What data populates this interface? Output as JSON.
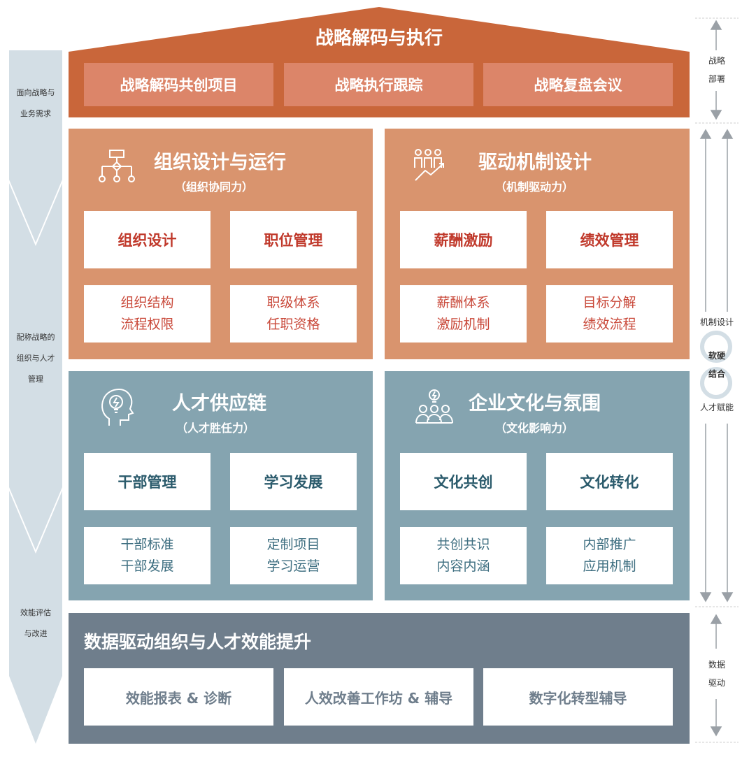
{
  "left_stages": [
    {
      "line1": "面向战略与",
      "line2": "业务需求"
    },
    {
      "line1": "配称战略的",
      "line2": "组织与人才",
      "line3": "管理"
    },
    {
      "line1": "效能评估",
      "line2": "与改进"
    }
  ],
  "roof": {
    "title": "战略解码与执行",
    "items": [
      "战略解码共创项目",
      "战略执行跟踪",
      "战略复盘会议"
    ]
  },
  "panels": {
    "org": {
      "title": "组织设计与运行",
      "subtitle": "（组织协同力）",
      "icon": "org-chart-icon",
      "cards": [
        {
          "head": "组织设计",
          "body": [
            "组织结构",
            "流程权限"
          ]
        },
        {
          "head": "职位管理",
          "body": [
            "职级体系",
            "任职资格"
          ]
        }
      ]
    },
    "drive": {
      "title": "驱动机制设计",
      "subtitle": "（机制驱动力）",
      "icon": "team-growth-icon",
      "cards": [
        {
          "head": "薪酬激励",
          "body": [
            "薪酬体系",
            "激励机制"
          ]
        },
        {
          "head": "绩效管理",
          "body": [
            "目标分解",
            "绩效流程"
          ]
        }
      ]
    },
    "talent": {
      "title": "人才供应链",
      "subtitle": "（人才胜任力）",
      "icon": "head-lightbulb-icon",
      "cards": [
        {
          "head": "干部管理",
          "body": [
            "干部标准",
            "干部发展"
          ]
        },
        {
          "head": "学习发展",
          "body": [
            "定制项目",
            "学习运营"
          ]
        }
      ]
    },
    "culture": {
      "title": "企业文化与氛围",
      "subtitle": "（文化影响力）",
      "icon": "group-idea-icon",
      "cards": [
        {
          "head": "文化共创",
          "body": [
            "共创共识",
            "内容内涵"
          ]
        },
        {
          "head": "文化转化",
          "body": [
            "内部推广",
            "应用机制"
          ]
        }
      ]
    }
  },
  "data_section": {
    "title": "数据驱动组织与人才效能提升",
    "items": [
      "效能报表 & 诊断",
      "人效改善工作坊 & 辅导",
      "数字化转型辅导"
    ]
  },
  "right_labels": {
    "strategy": {
      "line1": "战略",
      "line2": "部署"
    },
    "mechanism": "机制设计",
    "combine": {
      "line1": "软硬",
      "line2": "结合"
    },
    "talent": "人才赋能",
    "data": {
      "line1": "数据",
      "line2": "驱动"
    }
  },
  "colors": {
    "roof": "#c9663a",
    "orange_panel": "#d9946e",
    "blue_panel": "#85a4b0",
    "gray_panel": "#6f7e8c",
    "left_arrow": "#d3dee5"
  }
}
